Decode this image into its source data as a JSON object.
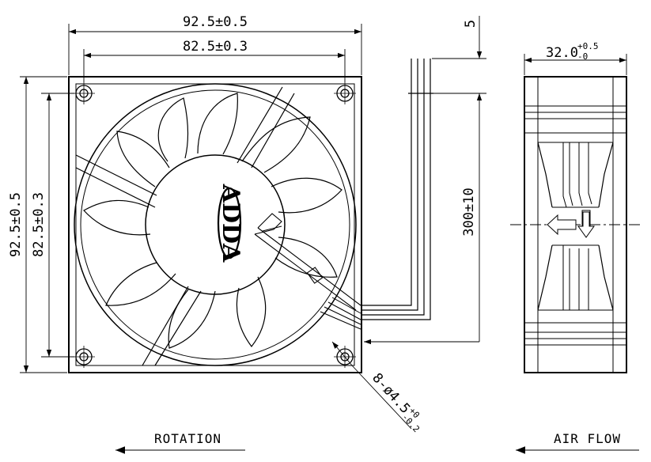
{
  "front_view": {
    "width_overall": "92.5±0.5",
    "width_holes": "82.5±0.3",
    "height_overall": "92.5±0.5",
    "height_holes": "82.5±0.3",
    "cable_offset": "5",
    "cable_length": "300±10",
    "hole_spec_main": "8-ø4.5",
    "hole_tol_plus": "+0",
    "hole_tol_minus": "-0.2",
    "hub_logo": "ADDA"
  },
  "side_view": {
    "depth_main": "32.0",
    "depth_tol_plus": "+0.5",
    "depth_tol_minus": "-0"
  },
  "labels": {
    "rotation": "ROTATION",
    "air_flow": "AIR FLOW"
  }
}
